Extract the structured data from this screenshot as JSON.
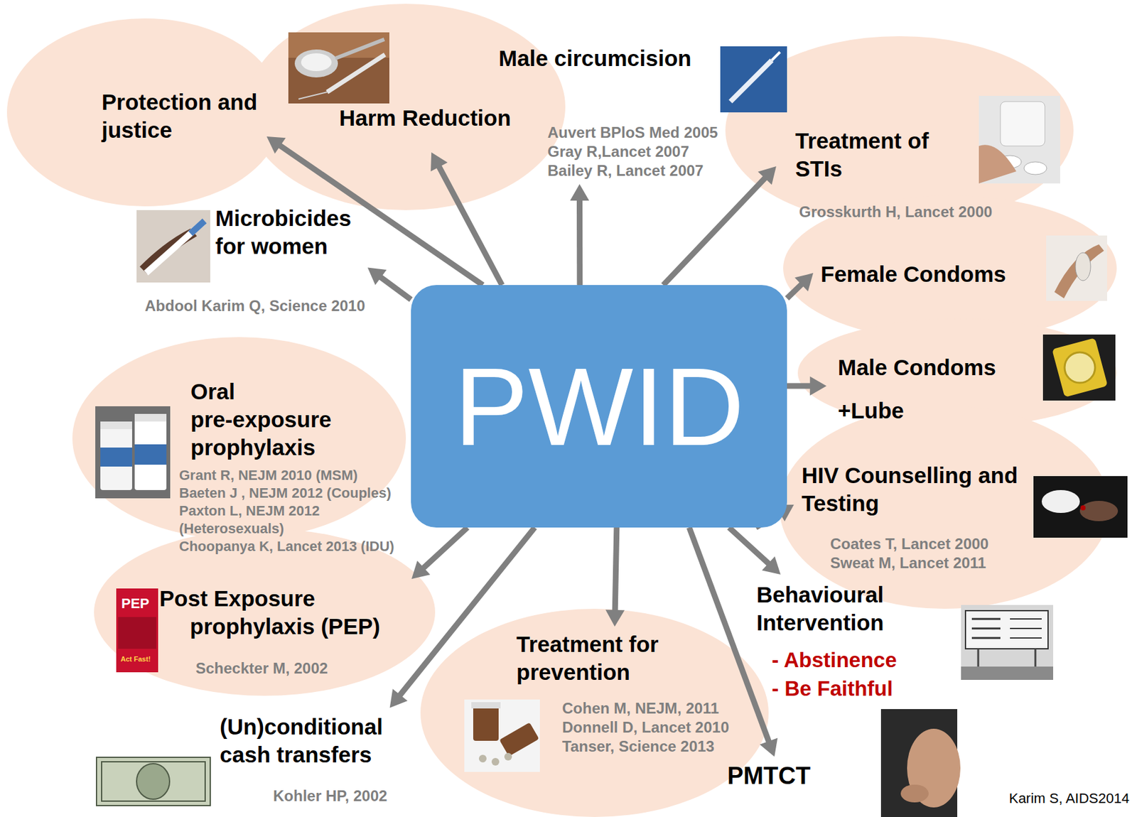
{
  "diagram": {
    "nodes": [
      {
        "text": [
          "Protection and justice"
        ]
      },
      {
        "text": [
          "Harm Reduction"
        ]
      },
      {
        "text": [
          "Male circumcision",
          "Auvert BPloS Med 2005 Gray R,Lancet 2007 Bailey R, Lancet 2007"
        ]
      },
      {
        "text": [
          "Treatment of STIs",
          "Grosskurth H, Lancet 2000"
        ]
      },
      {
        "text": [
          "Microbicides for women",
          "Abdool Karim Q, Science 2010"
        ]
      },
      {
        "text": [
          "Female Condoms"
        ]
      },
      {
        "text": [
          "PWID"
        ]
      },
      {
        "text": [
          "Oral pre-exposure prophylaxis",
          "Grant R, NEJM 2010 (MSM) Baeten J , NEJM 2012 (Couples) Paxton L, NEJM 2012 (Heterosexuals) Choopanya K, Lancet 2013 (IDU)"
        ]
      },
      {
        "text": [
          "Male Condoms",
          "+Lube"
        ]
      },
      {
        "text": [
          "HIV Counselling and Testing",
          "Coates T, Lancet 2000 Sweat M, Lancet 2011"
        ]
      },
      {
        "text": [
          "Post Exposure prophylaxis (PEP)",
          "Scheckter M, 2002"
        ]
      },
      {
        "text": [
          "Behavioural Intervention",
          "- Abstinence",
          "- Be Faithful"
        ]
      },
      {
        "text": [
          "Treatment for prevention",
          "Cohen M, NEJM, 2011 Donnell D, Lancet 2010 Tanser, Science 2013"
        ]
      },
      {
        "text": [
          "(Un)conditional cash transfers",
          "Kohler HP, 2002"
        ]
      },
      {
        "text": [
          "PMTCT"
        ]
      }
    ],
    "edges": [
      {
        "from": 6,
        "to": 0,
        "arrow": "to"
      },
      {
        "from": 6,
        "to": 1,
        "arrow": "to"
      },
      {
        "from": 6,
        "to": 2,
        "arrow": "to"
      },
      {
        "from": 6,
        "to": 3,
        "arrow": "to"
      },
      {
        "from": 6,
        "to": 4,
        "arrow": "to"
      },
      {
        "from": 6,
        "to": 5,
        "arrow": "to"
      },
      {
        "from": 6,
        "to": 8,
        "arrow": "to"
      },
      {
        "from": 6,
        "to": 9,
        "arrow": "to"
      },
      {
        "from": 6,
        "to": 10,
        "arrow": "to"
      },
      {
        "from": 6,
        "to": 11,
        "arrow": "to"
      },
      {
        "from": 6,
        "to": 12,
        "arrow": "to"
      },
      {
        "from": 6,
        "to": 13,
        "arrow": "to"
      },
      {
        "from": 6,
        "to": 14,
        "arrow": "to"
      }
    ],
    "labels": [
      "PEP",
      "Act Fast!",
      "Karim S, AIDS2014"
    ]
  }
}
